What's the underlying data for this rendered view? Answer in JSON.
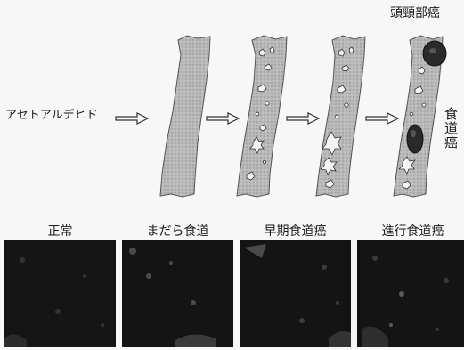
{
  "diagram": {
    "substance_label": "アセトアルデヒド",
    "head_neck_label": "頭頸部癌",
    "esophageal_label": "食道癌"
  },
  "panels": [
    {
      "label": "正常"
    },
    {
      "label": "まだら食道"
    },
    {
      "label": "早期食道癌"
    },
    {
      "label": "進行食道癌"
    }
  ]
}
